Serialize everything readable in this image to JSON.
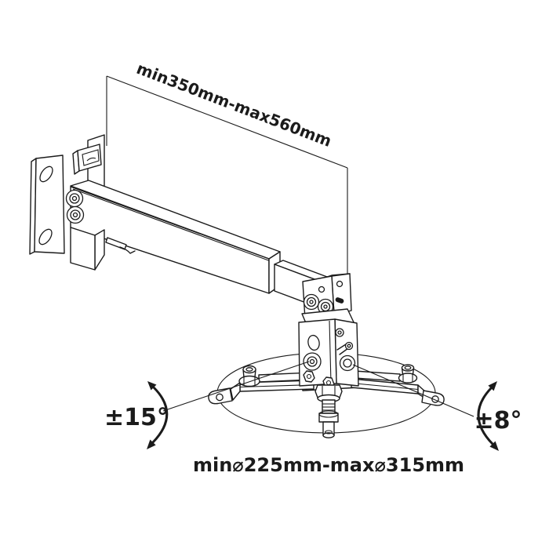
{
  "canvas": {
    "background": "#ffffff",
    "ink": "#1b1b1b"
  },
  "subject": "wall-ceiling projector mount technical line drawing",
  "annotations": {
    "arm_extension": "min350mm-max560mm",
    "plate_diameter": "min⌀225mm-max⌀315mm",
    "tilt_left": "±15°",
    "tilt_right": "±8°"
  }
}
